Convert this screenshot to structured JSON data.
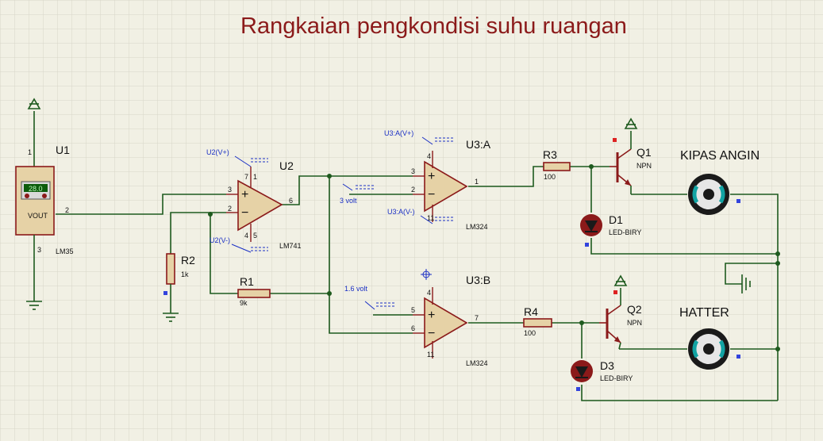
{
  "title": "Rangkaian pengkondisi suhu ruangan",
  "u1": {
    "ref": "U1",
    "type": "LM35",
    "display": "28.0",
    "pin_label": "VOUT",
    "pins": [
      "1",
      "2",
      "3"
    ]
  },
  "u2": {
    "ref": "U2",
    "type": "LM741",
    "pins": [
      "3",
      "2",
      "6",
      "7",
      "4",
      "5",
      "1"
    ],
    "probe_vplus": "U2(V+)",
    "probe_vminus": "U2(V-)"
  },
  "u3a": {
    "ref": "U3:A",
    "type": "LM324",
    "pins": [
      "3",
      "2",
      "1",
      "4",
      "11"
    ],
    "probe_vplus": "U3:A(V+)",
    "probe_vminus": "U3:A(V-)"
  },
  "u3b": {
    "ref": "U3:B",
    "type": "LM324",
    "pins": [
      "5",
      "6",
      "7",
      "4",
      "11"
    ]
  },
  "r1": {
    "ref": "R1",
    "value": "9k"
  },
  "r2": {
    "ref": "R2",
    "value": "1k"
  },
  "r3": {
    "ref": "R3",
    "value": "100"
  },
  "r4": {
    "ref": "R4",
    "value": "100"
  },
  "q1": {
    "ref": "Q1",
    "type": "NPN"
  },
  "q2": {
    "ref": "Q2",
    "type": "NPN"
  },
  "d1": {
    "ref": "D1",
    "type": "LED-BIRY"
  },
  "d3": {
    "ref": "D3",
    "type": "LED-BIRY"
  },
  "fan": {
    "label": "KIPAS ANGIN"
  },
  "heater": {
    "label": "HATTER"
  },
  "ref_a": "3 volt",
  "ref_b": "1.6 volt",
  "colors": {
    "wire": "#1e5a1e",
    "component": "#8b1a1a",
    "body": "#e6d2a6",
    "probe": "#1a2fc4",
    "grid": "#d7d6c8",
    "title": "#8b1a1a"
  }
}
